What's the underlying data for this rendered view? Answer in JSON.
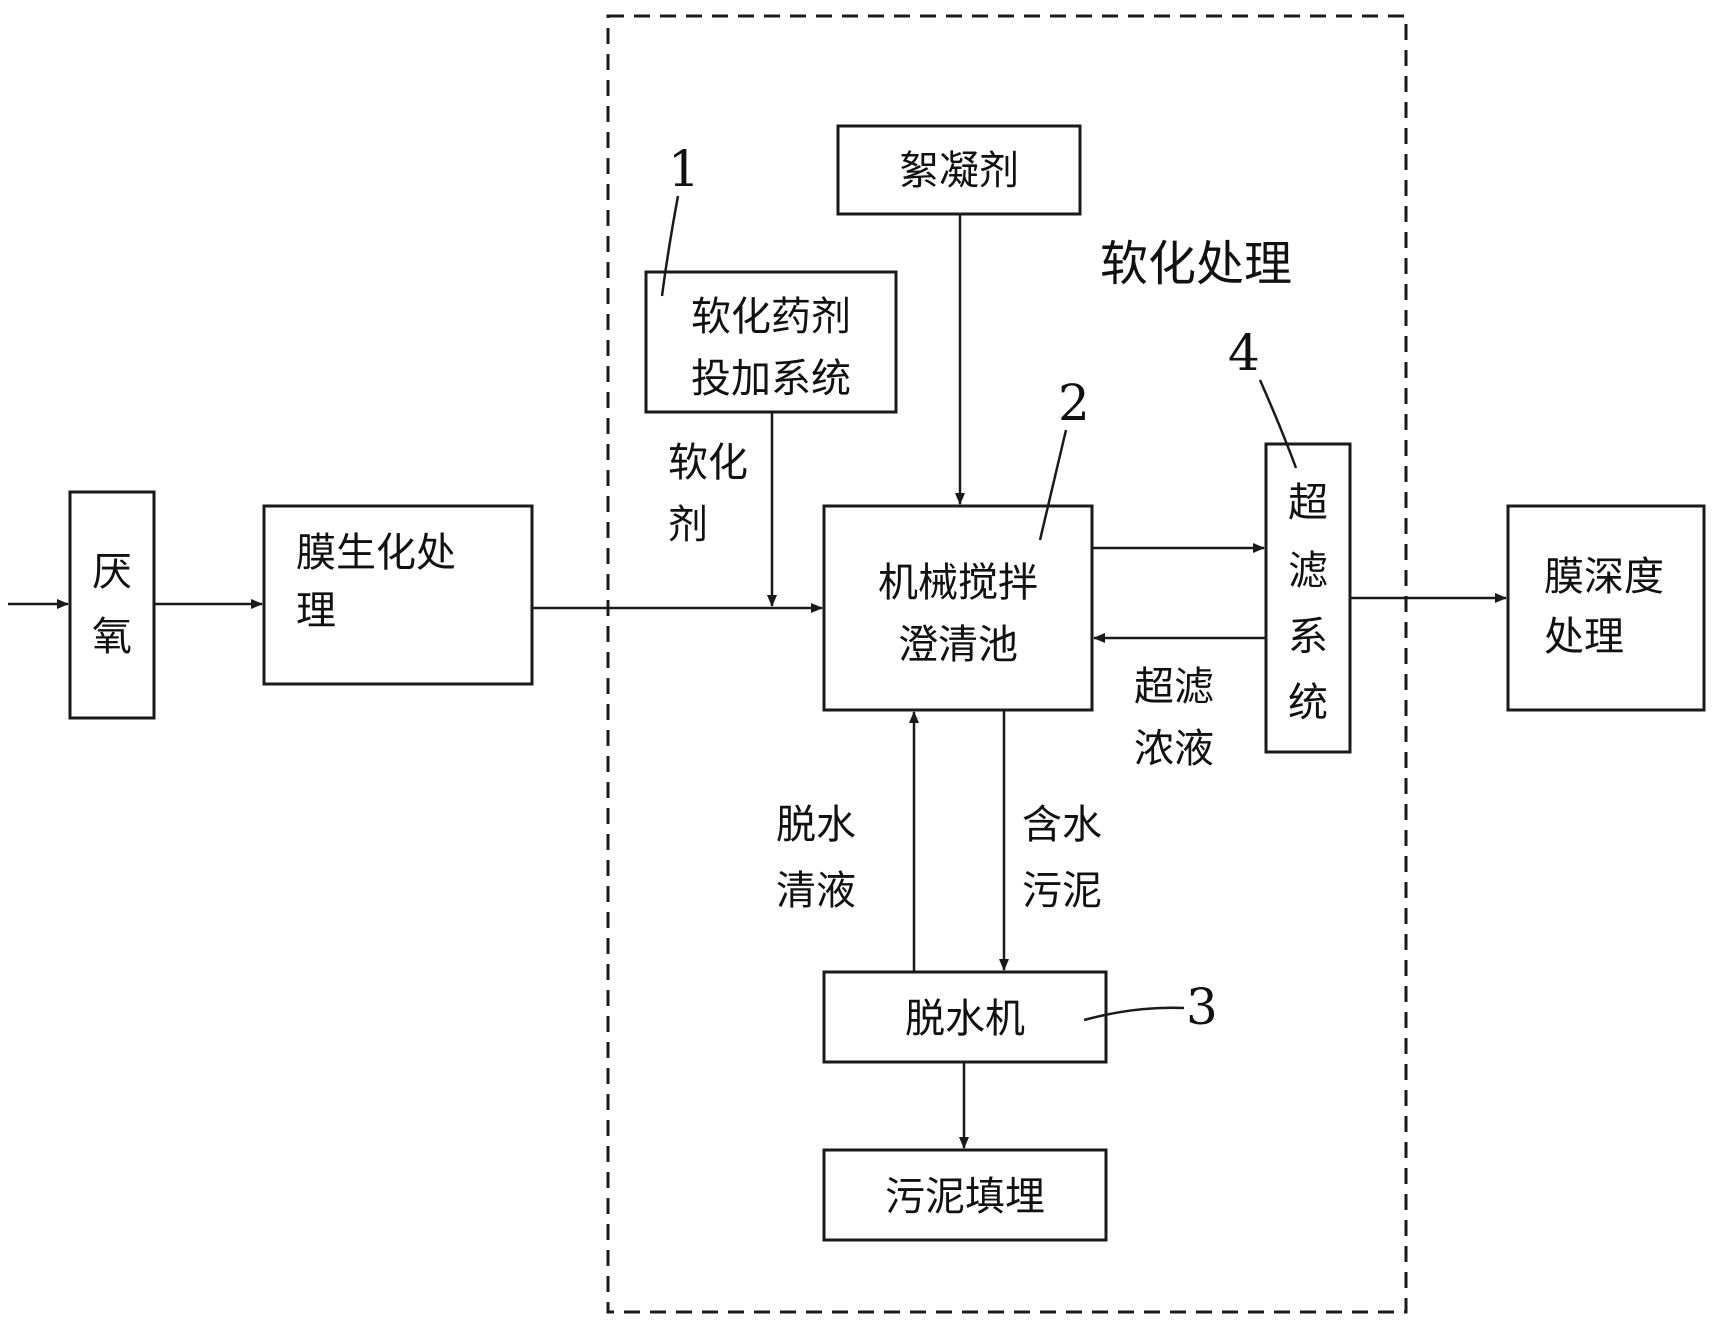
{
  "region": {
    "title": "软化处理"
  },
  "nodes": {
    "anaerobic": {
      "line1": "厌",
      "line2": "氧"
    },
    "membrane_bio": {
      "line1": "膜生化处",
      "line2": "理"
    },
    "dosing": {
      "line1": "软化药剂",
      "line2": "投加系统"
    },
    "flocculant": {
      "label": "絮凝剂"
    },
    "clarifier": {
      "line1": "机械搅拌",
      "line2": "澄清池"
    },
    "ultrafiltration": {
      "chars": [
        "超",
        "滤",
        "系",
        "统"
      ]
    },
    "deep_membrane": {
      "line1": "膜深度",
      "line2": "处理"
    },
    "dewater": {
      "label": "脱水机"
    },
    "landfill": {
      "label": "污泥填埋"
    }
  },
  "edge_labels": {
    "softener": {
      "line1": "软化",
      "line2": "剂"
    },
    "uf_concentrate": {
      "line1": "超滤",
      "line2": "浓液"
    },
    "dewater_filtrate": {
      "line1": "脱水",
      "line2": "清液"
    },
    "wet_sludge": {
      "line1": "含水",
      "line2": "污泥"
    }
  },
  "callouts": {
    "n1": "1",
    "n2": "2",
    "n3": "3",
    "n4": "4"
  }
}
